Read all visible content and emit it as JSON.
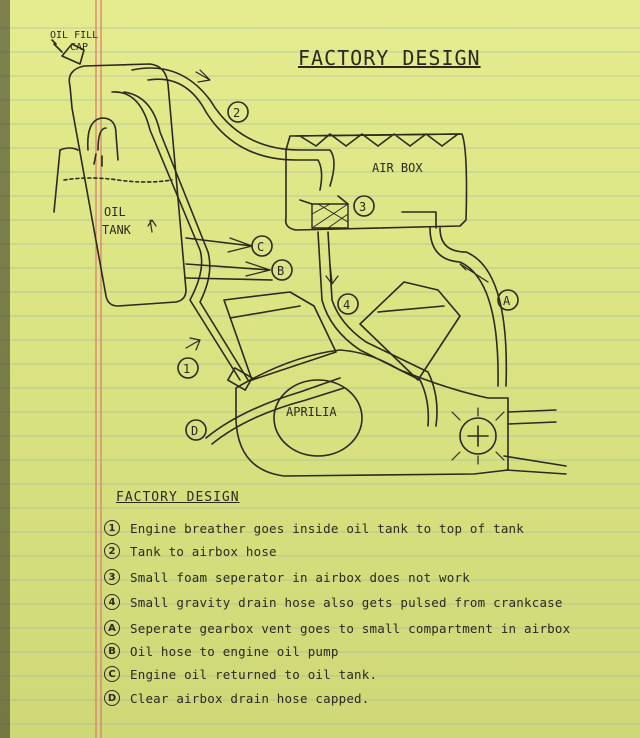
{
  "title": "FACTORY DESIGN",
  "diagram": {
    "oil_fill_cap": [
      "OIL FILL",
      "CAP"
    ],
    "oil_tank": [
      "OIL",
      "TANK"
    ],
    "air_box": "AIR BOX",
    "engine": "APRILIA"
  },
  "legend": {
    "heading": "FACTORY DESIGN",
    "items": [
      {
        "marker": "1",
        "text": "Engine breather goes inside oil tank to top of tank"
      },
      {
        "marker": "2",
        "text": "Tank to airbox hose"
      },
      {
        "marker": "3",
        "text": "Small foam seperator in airbox does not work"
      },
      {
        "marker": "4",
        "text": "Small gravity drain hose also gets pulsed from crankcase"
      },
      {
        "marker": "A",
        "text": "Seperate gearbox vent goes to small compartment in airbox"
      },
      {
        "marker": "B",
        "text": "Oil hose to engine oil pump"
      },
      {
        "marker": "C",
        "text": "Engine oil returned to oil tank."
      },
      {
        "marker": "D",
        "text": "Clear airbox drain hose capped."
      }
    ]
  },
  "colors": {
    "paper": "#dde585",
    "ruled_line": "#8fa6a8",
    "margin_line": "#d87a6a",
    "ink": "#2c2a1e"
  }
}
